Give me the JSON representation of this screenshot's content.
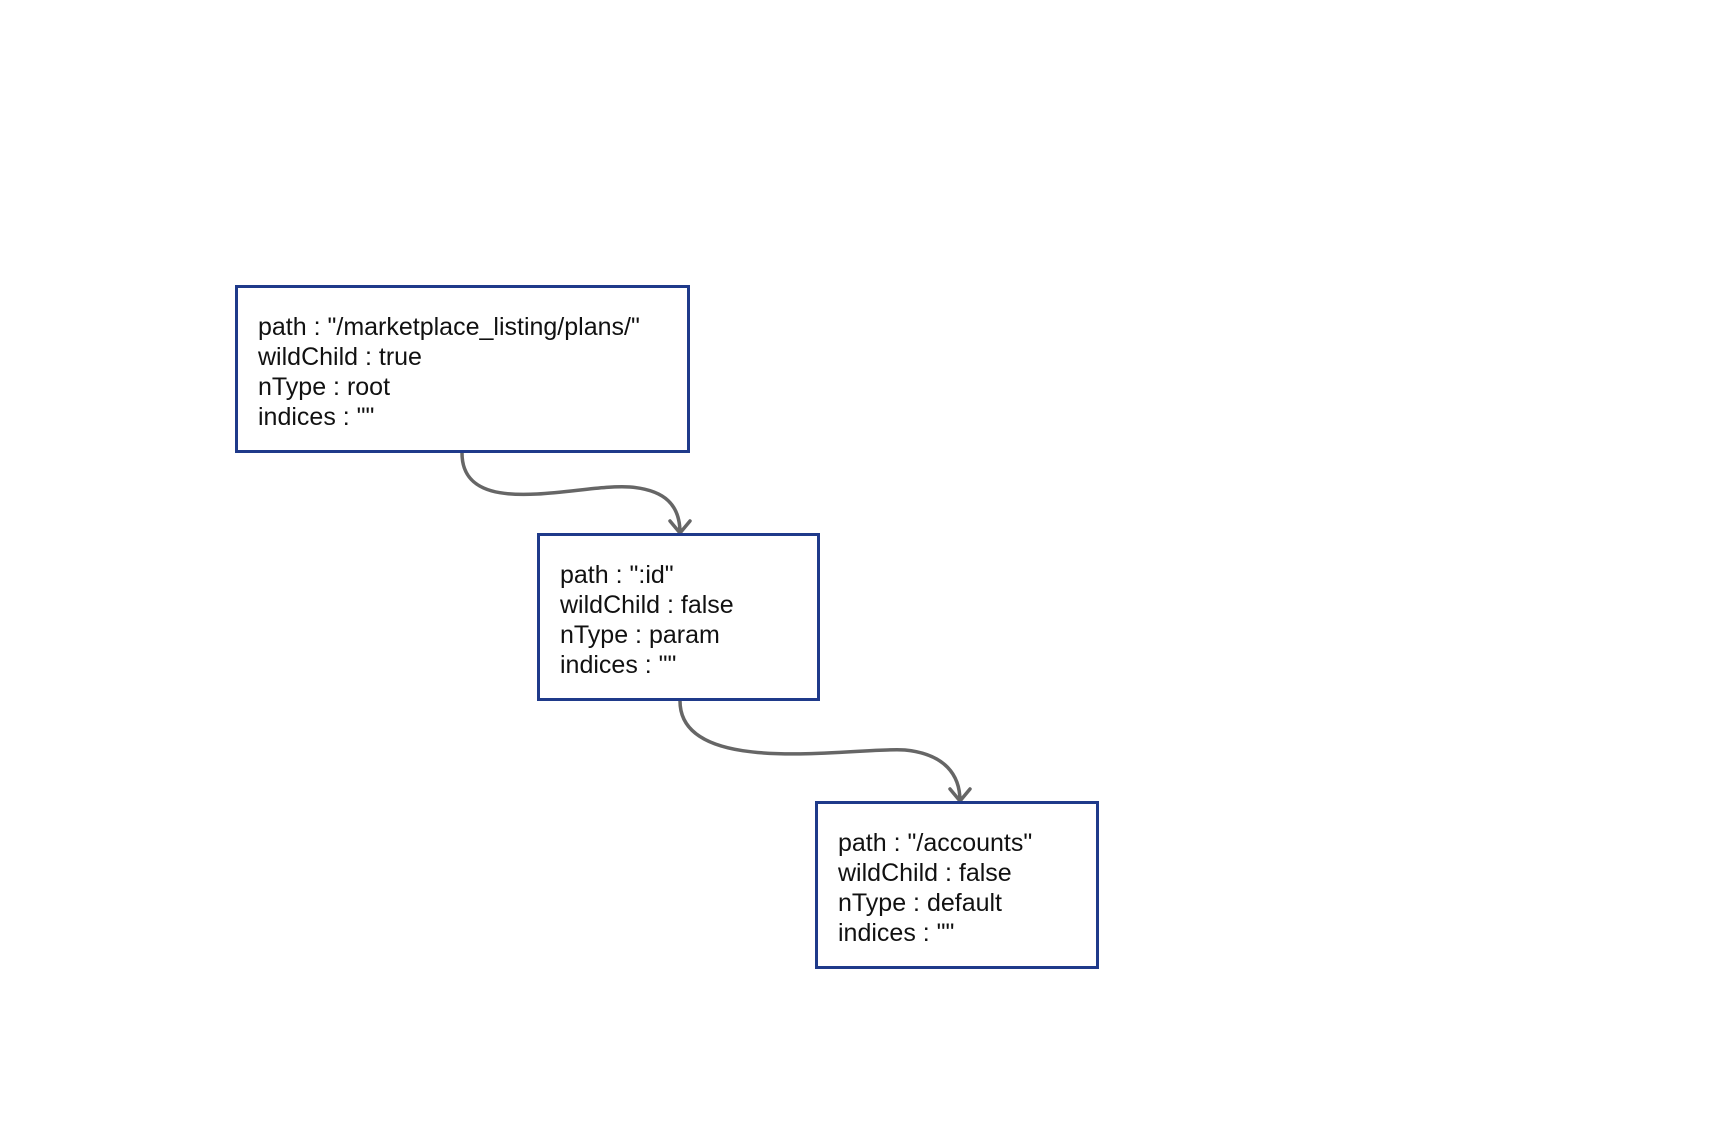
{
  "diagram": {
    "type": "tree",
    "nodes": [
      {
        "id": "root",
        "path_line": "path : \"/marketplace_listing/plans/\"",
        "wildchild_line": "wildChild : true",
        "ntype_line": "nType : root",
        "indices_line": "indices : \"\""
      },
      {
        "id": "param",
        "path_line": "path : \":id\"",
        "wildchild_line": "wildChild : false",
        "ntype_line": "nType : param",
        "indices_line": "indices : \"\""
      },
      {
        "id": "accounts",
        "path_line": "path : \"/accounts\"",
        "wildchild_line": "wildChild : false",
        "ntype_line": "nType : default",
        "indices_line": "indices : \"\""
      }
    ],
    "edges": [
      {
        "from": "root",
        "to": "param"
      },
      {
        "from": "param",
        "to": "accounts"
      }
    ],
    "colors": {
      "node_border": "#1f3a8a",
      "edge": "#666666",
      "text": "#111111"
    }
  }
}
